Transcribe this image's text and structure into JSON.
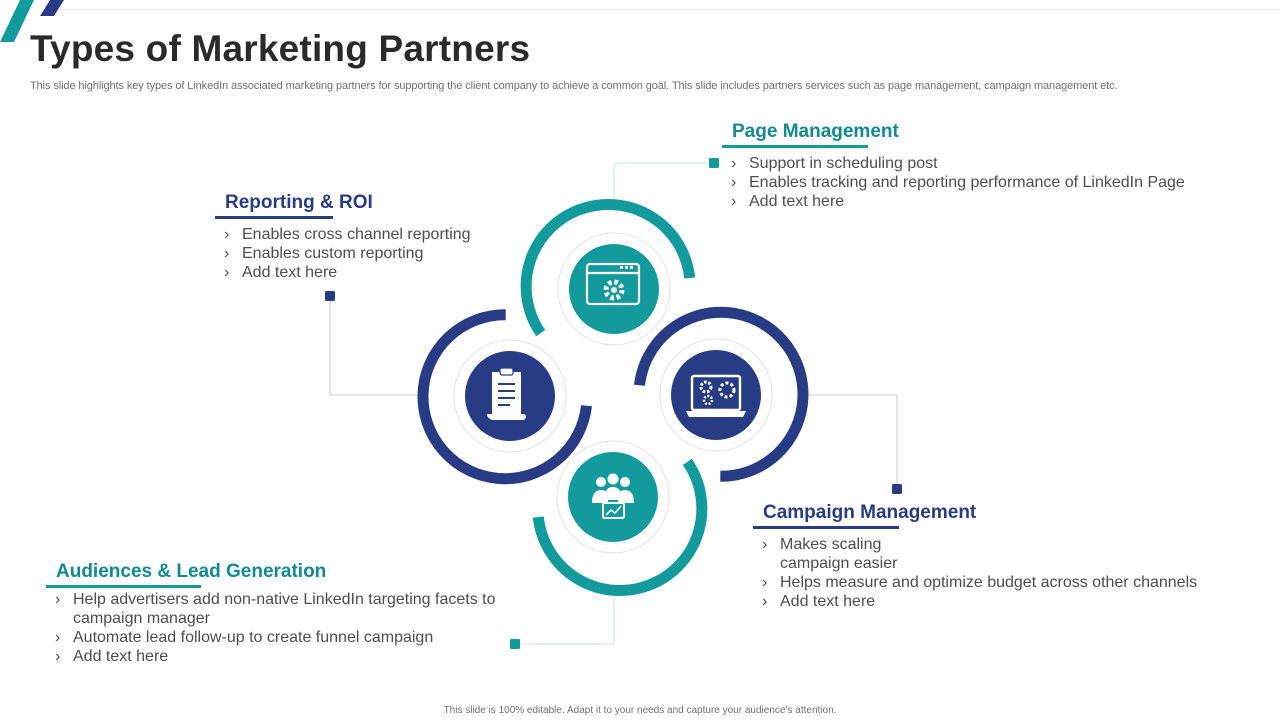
{
  "slide": {
    "title": "Types of Marketing Partners",
    "subtitle": "This slide highlights key types of LinkedIn associated marketing partners for supporting the client company to achieve a common goal. This slide includes partners services such as page management, campaign management etc.",
    "footer": "This slide is 100% editable. Adapt it to your needs and capture your audience’s attention."
  },
  "colors": {
    "navy": "#283c86",
    "teal": "#129a9c"
  },
  "partners": {
    "page_management": {
      "title": "Page Management",
      "icon": "web-settings-icon",
      "items": [
        "Support in scheduling post",
        "Enables tracking and reporting performance of LinkedIn Page",
        "Add text here"
      ]
    },
    "reporting_roi": {
      "title": "Reporting & ROI",
      "icon": "clipboard-report-icon",
      "items": [
        "Enables cross channel reporting",
        "Enables custom reporting",
        "Add text here"
      ]
    },
    "campaign_management": {
      "title": "Campaign Management",
      "icon": "laptop-gears-icon",
      "items": [
        "Makes scaling\ncampaign easier",
        "Helps measure and optimize budget across other channels",
        "Add text here"
      ]
    },
    "audiences_lead": {
      "title": "Audiences & Lead Generation",
      "icon": "audience-group-icon",
      "items": [
        "Help advertisers add non-native LinkedIn targeting facets to\ncampaign manager",
        "Automate lead follow-up to create funnel campaign",
        "Add text here"
      ]
    }
  }
}
